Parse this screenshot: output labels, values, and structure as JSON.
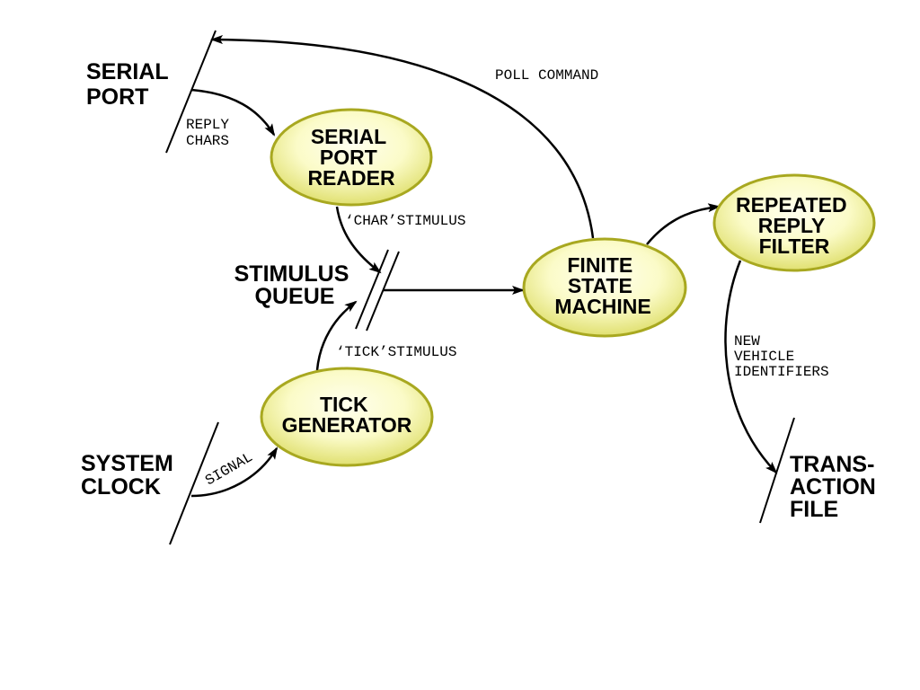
{
  "terminators": {
    "serial_port": [
      "SERIAL",
      "PORT"
    ],
    "system_clock": [
      "SYSTEM",
      "CLOCK"
    ],
    "transaction_file": [
      "TRANS-",
      "ACTION",
      "FILE"
    ]
  },
  "store": {
    "stimulus_queue": [
      "STIMULUS",
      "QUEUE"
    ]
  },
  "processes": {
    "serial_port_reader": [
      "SERIAL",
      "PORT",
      "READER"
    ],
    "tick_generator": [
      "TICK",
      "GENERATOR"
    ],
    "finite_state_machine": [
      "FINITE",
      "STATE",
      "MACHINE"
    ],
    "repeated_reply_filter": [
      "REPEATED",
      "REPLY",
      "FILTER"
    ]
  },
  "flows": {
    "poll_command": "POLL COMMAND",
    "reply_chars": [
      "REPLY",
      "CHARS"
    ],
    "char_stimulus": "‘CHAR’STIMULUS",
    "tick_stimulus": "‘TICK’STIMULUS",
    "signal": "SIGNAL",
    "new_vehicle_identifiers": [
      "NEW",
      "VEHICLE",
      "IDENTIFIERS"
    ]
  },
  "colors": {
    "bubble_fill_center": "#ffffee",
    "bubble_fill_edge": "#e6e673",
    "bubble_stroke": "#a8a820",
    "line": "#000000"
  }
}
